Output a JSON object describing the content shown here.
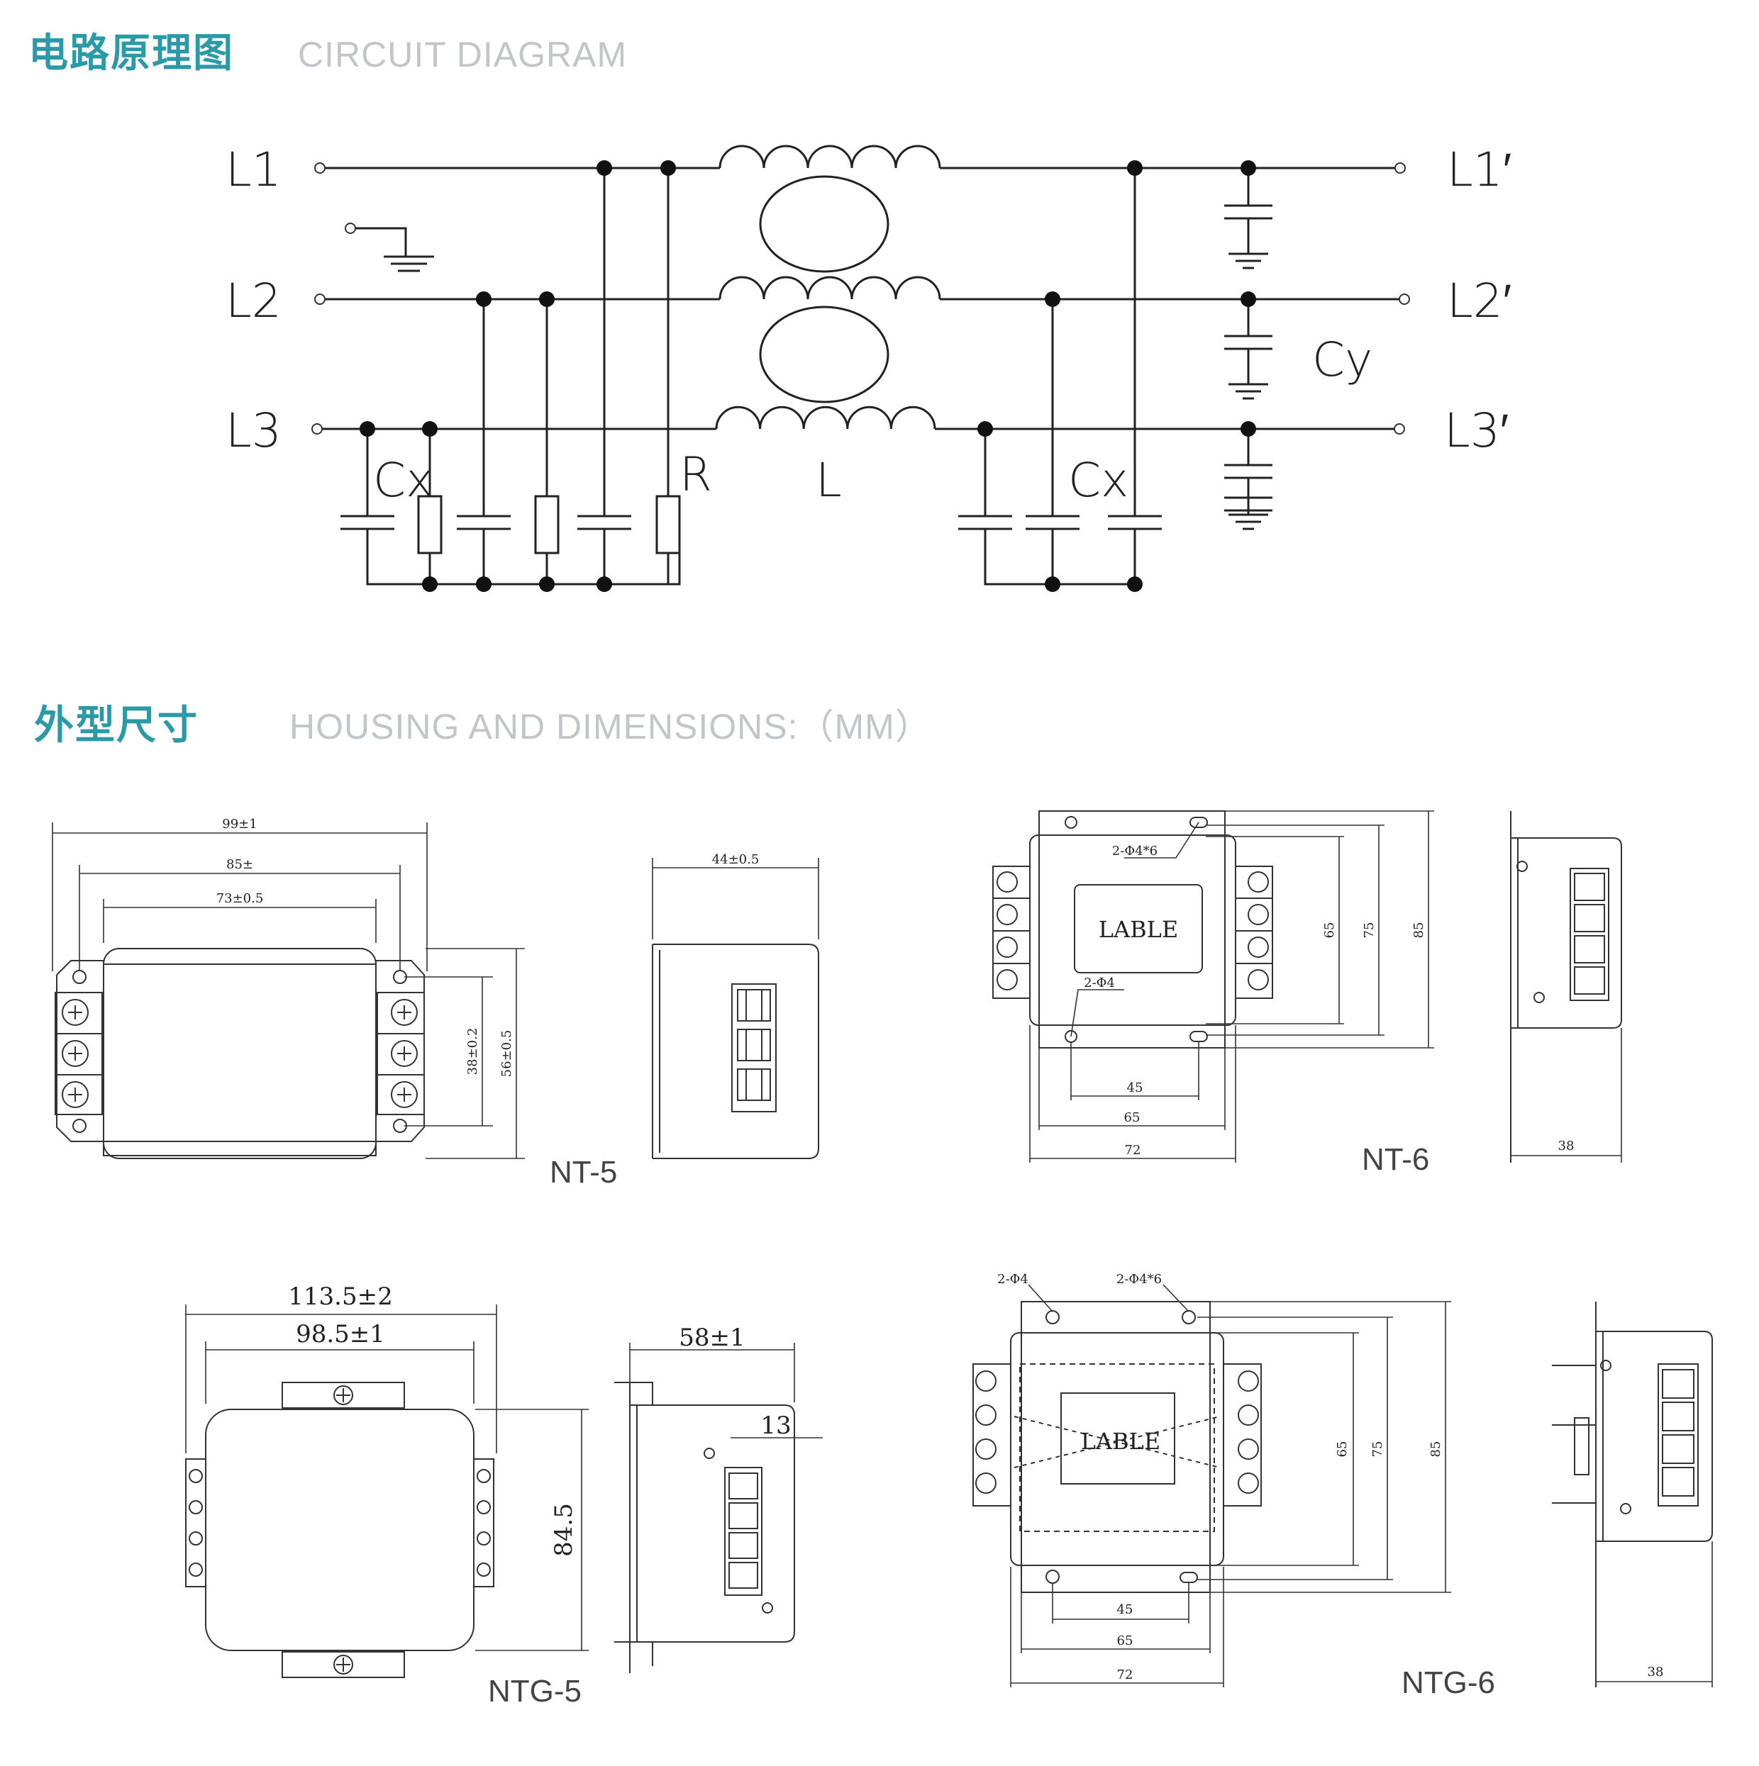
{
  "section1": {
    "title_cn": "电路原理图",
    "title_en": "CIRCUIT DIAGRAM"
  },
  "section2": {
    "title_cn": "外型尺寸",
    "title_en": "HOUSING AND DIMENSIONS:（MM）"
  },
  "circuit": {
    "in_lines": [
      "L1",
      "L2",
      "L3"
    ],
    "out_lines": [
      "L1′",
      "L2′",
      "L3′"
    ],
    "cx_left": "Cx",
    "cx_right": "Cx",
    "r": "R",
    "l": "L",
    "cy": "Cy"
  },
  "nt5": {
    "model": "NT-5",
    "w_total": "99±1",
    "w_mid": "85±",
    "w_inner": "73±0.5",
    "h_inner": "38±0.2",
    "h_total": "56±0.5",
    "side_w": "44±0.5"
  },
  "nt6": {
    "model": "NT-6",
    "holes_slot": "2-Φ4*6",
    "holes": "2-Φ4",
    "label": "LABLE",
    "h1": "65",
    "h2": "75",
    "h3": "85",
    "w1": "45",
    "w2": "65",
    "w3": "72",
    "side_w": "38"
  },
  "ntg5": {
    "model": "NTG-5",
    "w_total": "113.5±2",
    "w_inner": "98.5±1",
    "height": "84.5",
    "side_w": "58±1",
    "offset": "13"
  },
  "ntg6": {
    "model": "NTG-6",
    "holes": "2-Φ4",
    "holes_slot": "2-Φ4*6",
    "label": "LABLE",
    "h1": "65",
    "h2": "75",
    "h3": "85",
    "w1": "45",
    "w2": "65",
    "w3": "72",
    "side_w": "38"
  }
}
